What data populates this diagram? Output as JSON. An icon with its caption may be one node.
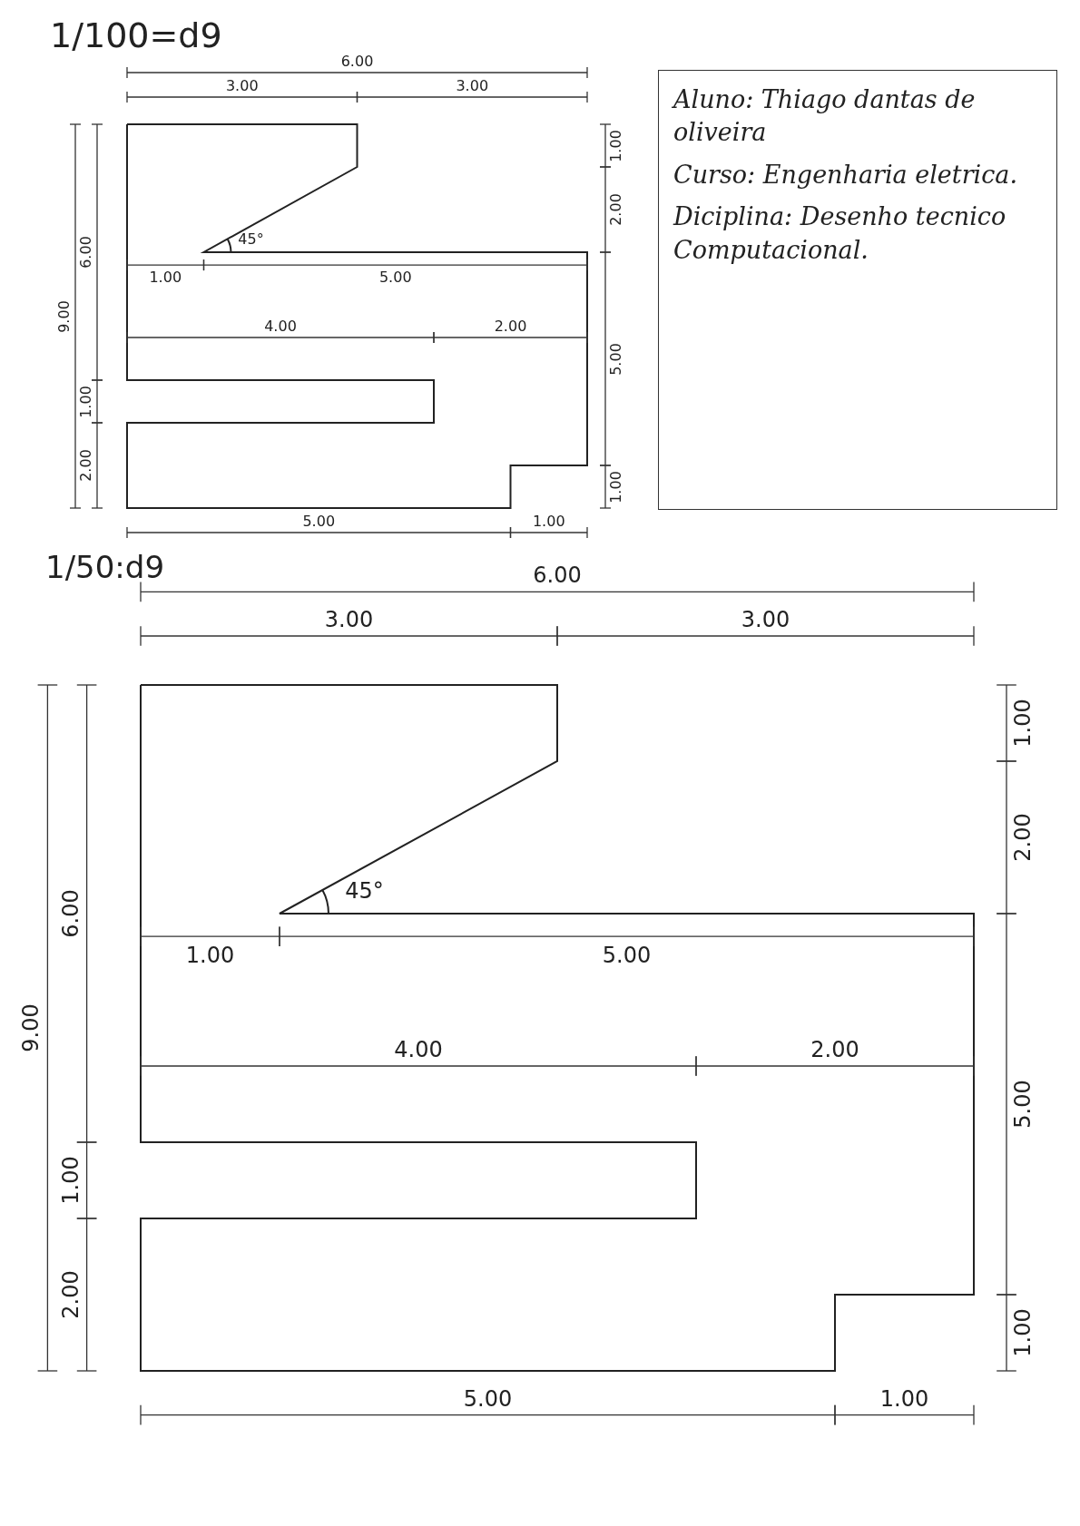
{
  "diagram": {
    "nodes": [
      {
        "text": [
          "Aluno: Thiago dantas de oliveira",
          "Curso: Engenharia eletrica.",
          "Diciplina: Desenho tecnico Computacional."
        ]
      }
    ],
    "labels": [
      "1/100=d9",
      "6.00",
      "3.00",
      "3.00",
      "9.00",
      "6.00",
      "1.00",
      "2.00",
      "1.00",
      "2.00",
      "5.00",
      "1.00",
      "45°",
      "1.00",
      "5.00",
      "4.00",
      "2.00",
      "5.00",
      "1.00",
      "1/50:d9",
      "6.00",
      "3.00",
      "3.00",
      "9.00",
      "6.00",
      "1.00",
      "2.00",
      "1.00",
      "2.00",
      "5.00",
      "1.00",
      "45°",
      "1.00",
      "5.00",
      "4.00",
      "2.00",
      "5.00",
      "1.00"
    ]
  }
}
